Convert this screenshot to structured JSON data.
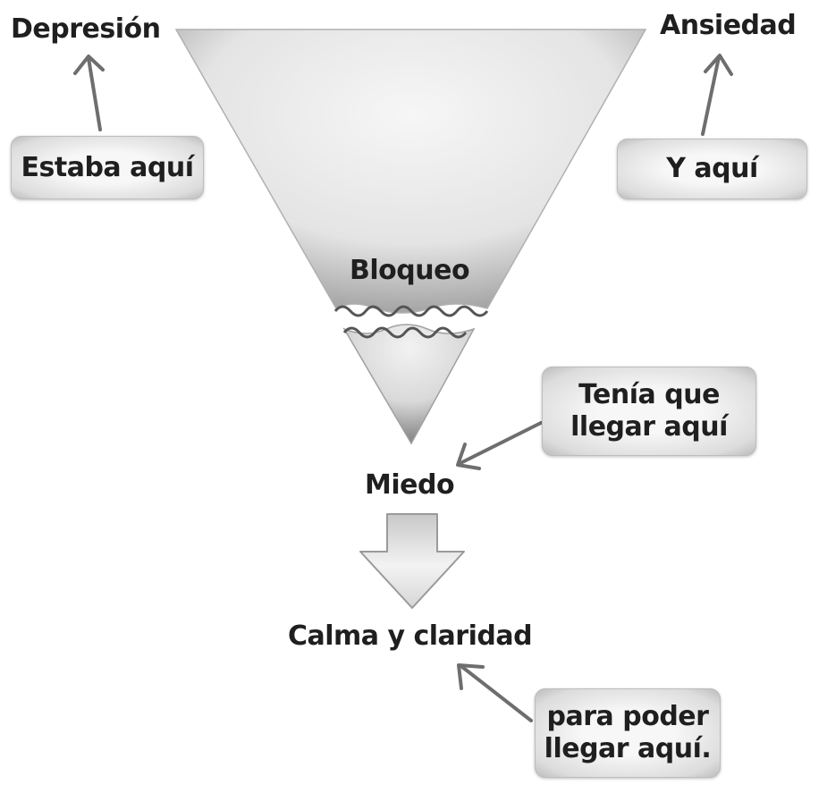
{
  "labels": {
    "depresion": "Depresión",
    "ansiedad": "Ansiedad",
    "bloqueo": "Bloqueo",
    "miedo": "Miedo",
    "calma": "Calma y claridad"
  },
  "boxes": {
    "estaba": [
      "Estaba aquí"
    ],
    "y_aqui": [
      "Y aquí"
    ],
    "tenia": [
      "Tenía que",
      "llegar aquí"
    ],
    "para": [
      "para poder",
      "llegar aquí."
    ]
  },
  "colors": {
    "text": "#1f1f1f",
    "arrow": "#6e6e6e",
    "funnel_light": "#f4f4f4",
    "funnel_shadow": "#9a9a9a"
  }
}
